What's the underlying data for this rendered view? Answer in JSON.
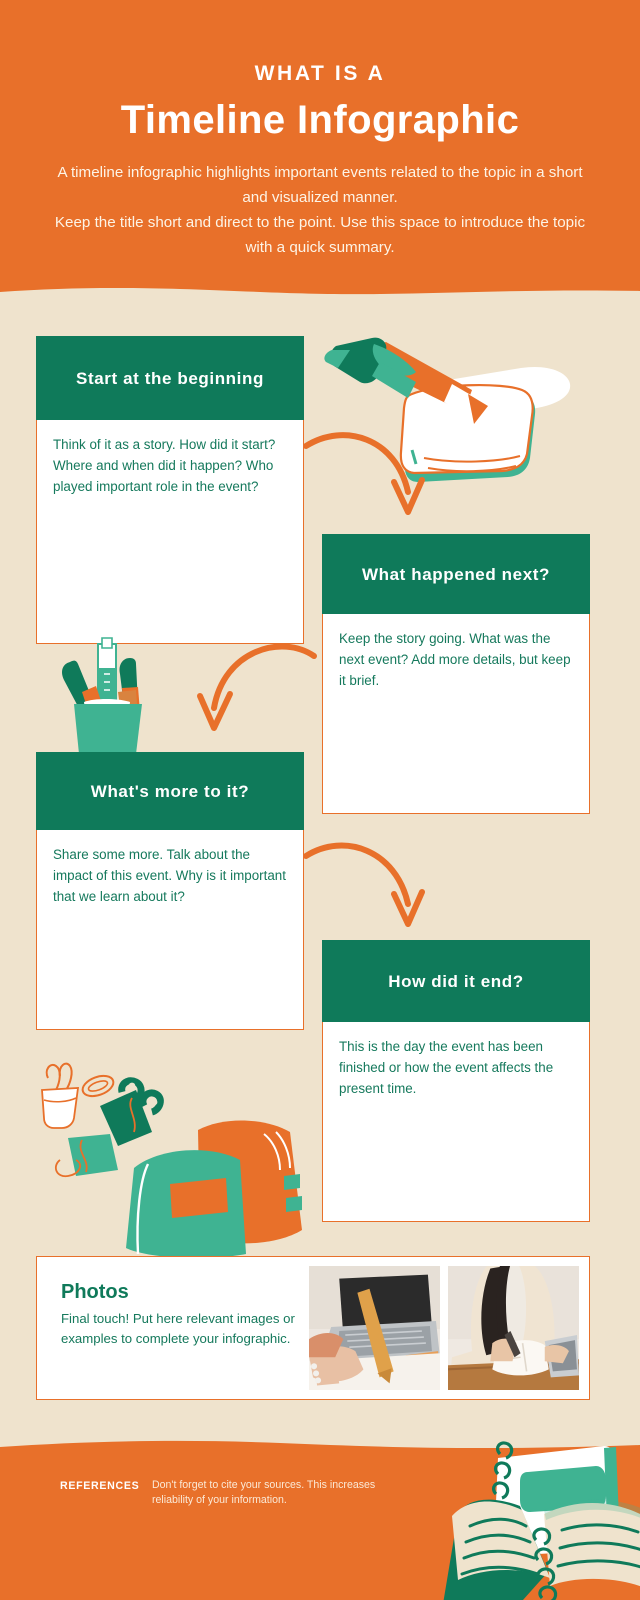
{
  "header": {
    "eyebrow": "WHAT IS A",
    "title": "Timeline Infographic",
    "subcopy": "A timeline infographic highlights important events related to the topic in a short and visualized manner.\nKeep the title short and direct to the point. Use this space to introduce the topic with a quick summary."
  },
  "colors": {
    "orange": "#E8702A",
    "green": "#0F7A5A",
    "teal": "#3FB392",
    "beige": "#EFE3CD",
    "white": "#FFFFFF",
    "body_text_green": "#15795C"
  },
  "cards": [
    {
      "title": "Start at the beginning",
      "body": "Think of it as a story. How did it start? Where and when did it happen? Who played important role in the event?"
    },
    {
      "title": "What happened next?",
      "body": "Keep the story going. What was the next event? Add more details, but keep it brief."
    },
    {
      "title": "What's more to it?",
      "body": "Share some more. Talk about the impact of this event. Why is it important that we learn about it?"
    },
    {
      "title": "How did it end?",
      "body": "This is the day the event has been finished or how the event affects the present time."
    }
  ],
  "photos": {
    "title": "Photos",
    "description": "Final touch! Put here relevant images or examples to complete your infographic.",
    "thumbnails": [
      {
        "alt": "hand writing with pencil on notepad beside a laptop"
      },
      {
        "alt": "woman in beige blazer writing in an open notebook at a desk with laptop"
      }
    ]
  },
  "footer": {
    "label": "REFERENCES",
    "text": "Don't forget to cite your sources. This increases reliability of your information."
  },
  "illustrations": [
    {
      "name": "hand-holding-pen-over-notebook"
    },
    {
      "name": "pencil-cup-with-markers"
    },
    {
      "name": "binder-clips-and-stacked-books"
    },
    {
      "name": "open-spiral-notebook"
    }
  ],
  "connectors": [
    {
      "name": "curved-arrow-card1-to-card2"
    },
    {
      "name": "curved-arrow-card2-to-card3"
    },
    {
      "name": "curved-arrow-card3-to-card4"
    }
  ]
}
